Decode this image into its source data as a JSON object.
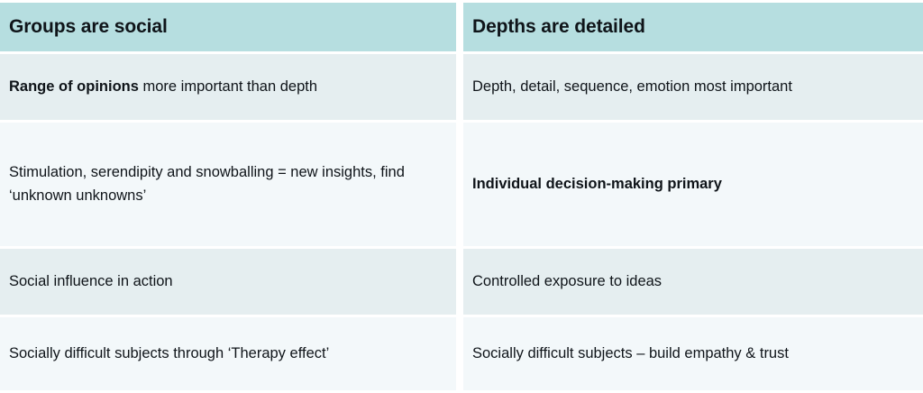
{
  "table": {
    "columns": [
      {
        "id": "groups",
        "header": "Groups are social"
      },
      {
        "id": "depths",
        "header": "Depths are detailed"
      }
    ],
    "colors": {
      "header_background": "#b6dee0",
      "row_background_dark": "#e5eef0",
      "row_background_light": "#f3f8fa",
      "divider": "#ffffff",
      "text": "#0f1419"
    },
    "rows": [
      {
        "left": {
          "lead": "Range of opinions",
          "rest": " more important than depth",
          "bold": false
        },
        "right": {
          "text": "Depth,  detail, sequence, emotion most important",
          "bold": false
        }
      },
      {
        "left": {
          "text": "Stimulation, serendipity and snowballing = new insights, find ‘unknown unknowns’",
          "bold": false
        },
        "right": {
          "text": "Individual decision-making primary",
          "bold": true
        }
      },
      {
        "left": {
          "text": "Social influence in action",
          "bold": false
        },
        "right": {
          "text": "Controlled exposure to ideas",
          "bold": false
        }
      },
      {
        "left": {
          "text": "Socially difficult subjects through ‘Therapy effect’",
          "bold": false
        },
        "right": {
          "text": "Socially difficult subjects – build  empathy & trust",
          "bold": false
        }
      }
    ]
  }
}
